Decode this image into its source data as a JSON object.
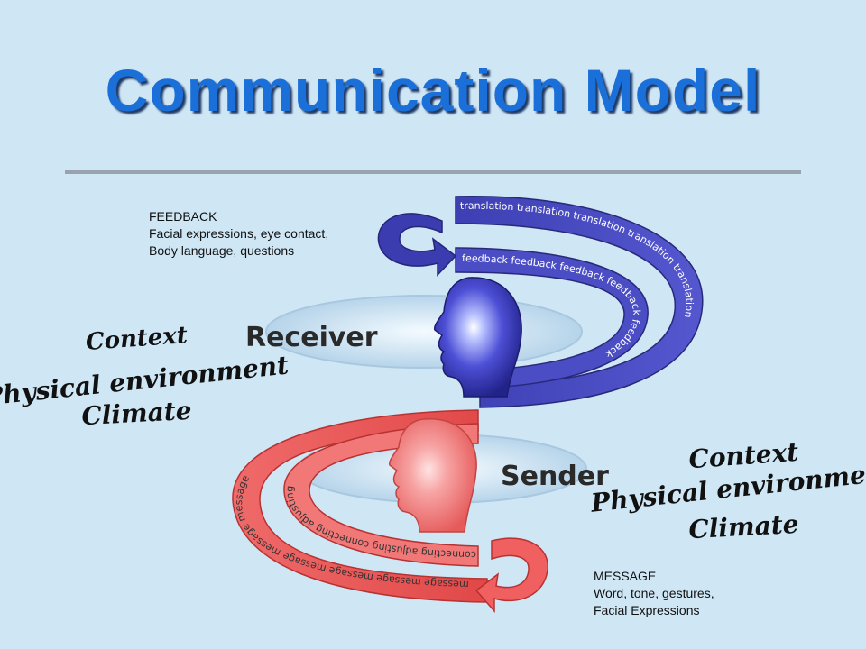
{
  "title": "Communication Model",
  "feedback_note": {
    "heading": "FEEDBACK",
    "line1": "Facial expressions, eye contact,",
    "line2": "Body language, questions"
  },
  "message_note": {
    "heading": "MESSAGE",
    "line1": "Word, tone, gestures,",
    "line2": "Facial Expressions"
  },
  "roles": {
    "receiver": "Receiver",
    "sender": "Sender"
  },
  "context_left": {
    "line1": "Context",
    "line2": "Physical environment",
    "line3": "Climate"
  },
  "context_right": {
    "line1": "Context",
    "line2": "Physical environment",
    "line3": "Climate"
  },
  "bands": {
    "translation": "translation translation translation translation translation",
    "feedback": "feedback feedback feedback feedback feedback",
    "message": "message message message message message message",
    "connecting": "connecting adjusting connecting adjusting"
  },
  "colors": {
    "title": "#1a6fd8",
    "background": "#cfe6f5",
    "receiver_band": "#3b3aa8",
    "sender_band": "#e85a5a"
  }
}
